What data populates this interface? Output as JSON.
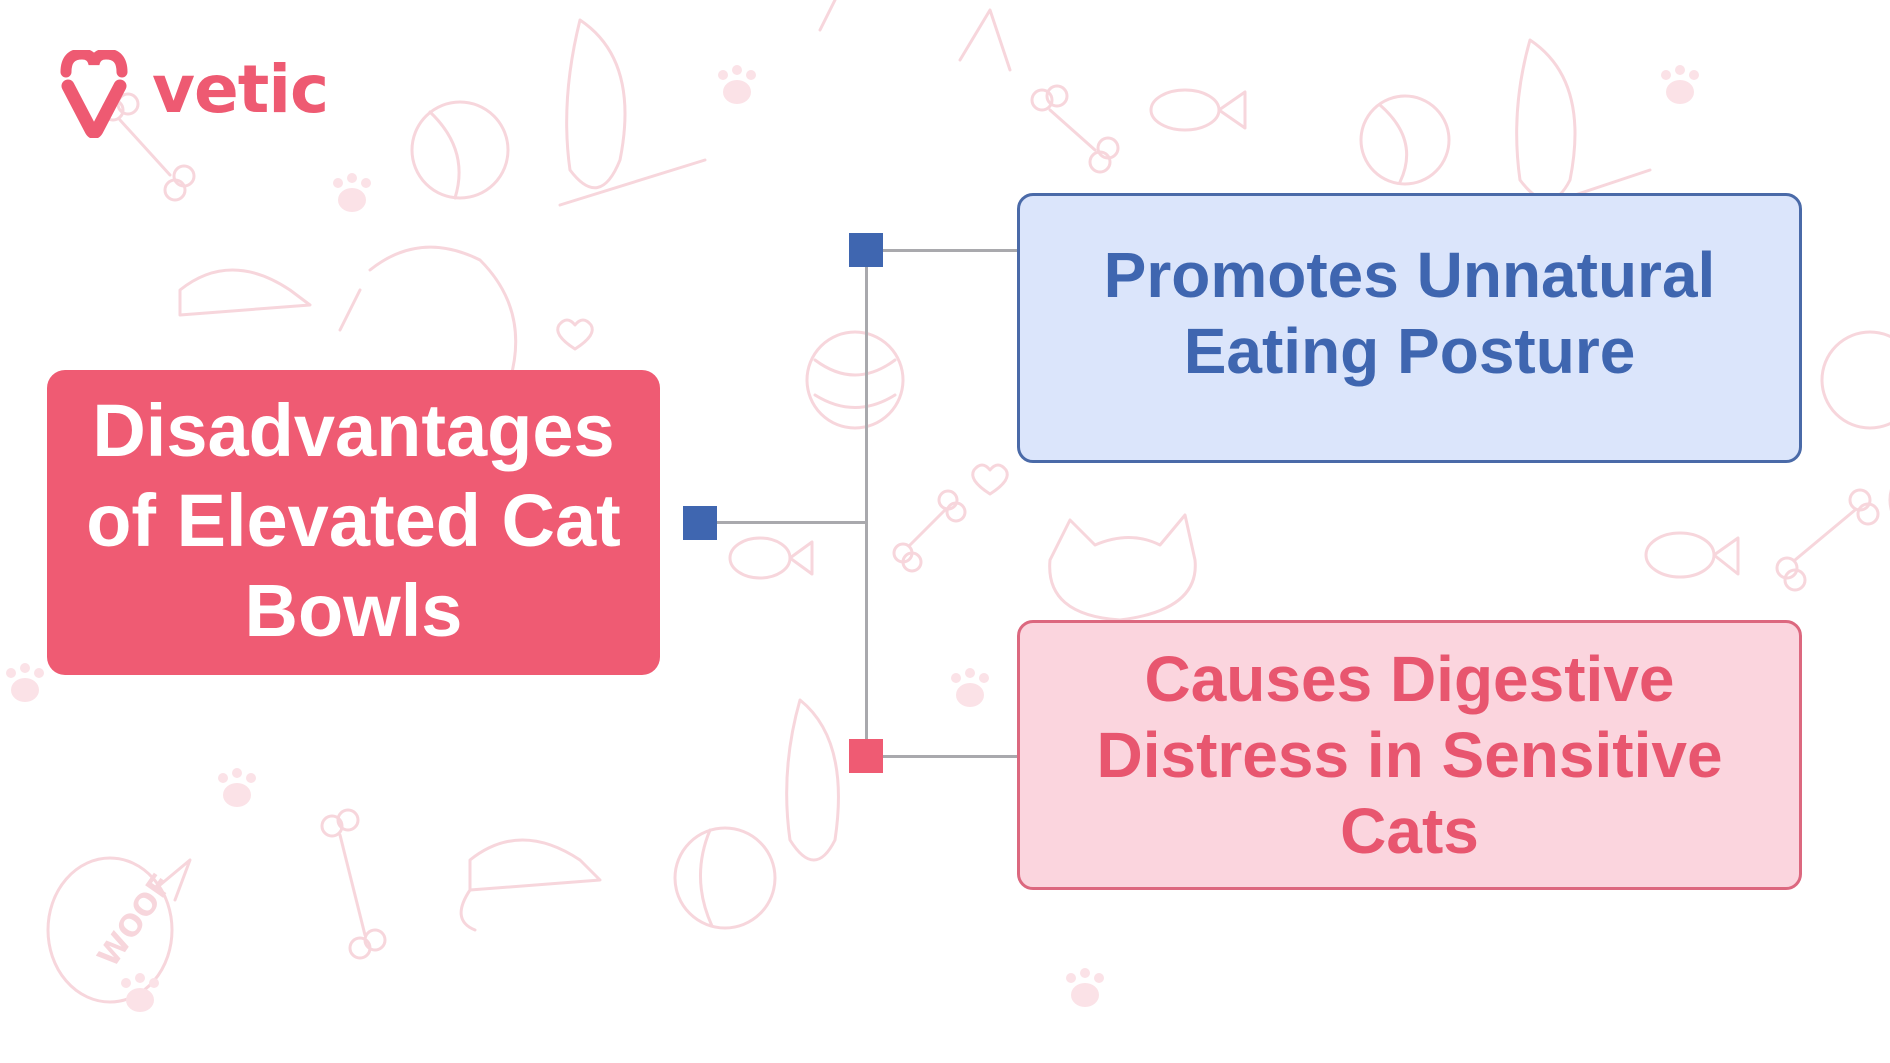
{
  "brand": {
    "name": "vetic",
    "icon": "heart-v-logo-icon",
    "color": "#ee5a72"
  },
  "diagram": {
    "type": "mind-map",
    "root": {
      "label": "Disadvantages of Elevated Cat Bowls",
      "color": "#ef5b73",
      "text_color": "#ffffff",
      "connector_color": "#3f66b0"
    },
    "children": [
      {
        "label": "Promotes Unnatural Eating Posture",
        "fill": "#dbe5fb",
        "border": "#4a6aa8",
        "text_color": "#3f66b0",
        "connector_color": "#3f66b0"
      },
      {
        "label": "Causes Digestive Distress in Sensitive Cats",
        "fill": "#fbd5de",
        "border": "#dc687f",
        "text_color": "#e8566f",
        "connector_color": "#ef5b73"
      }
    ],
    "line_color": "#a9a9ad"
  },
  "background": {
    "pattern": "pet-doodles",
    "doodle_color": "#f7d6dc",
    "doodle_icons": [
      "ball-icon",
      "bone-icon",
      "paw-icon",
      "fish-icon",
      "heart-icon",
      "woof-bubble-icon",
      "bird-icon",
      "cat-icon"
    ],
    "woof_text": "WOOF"
  }
}
